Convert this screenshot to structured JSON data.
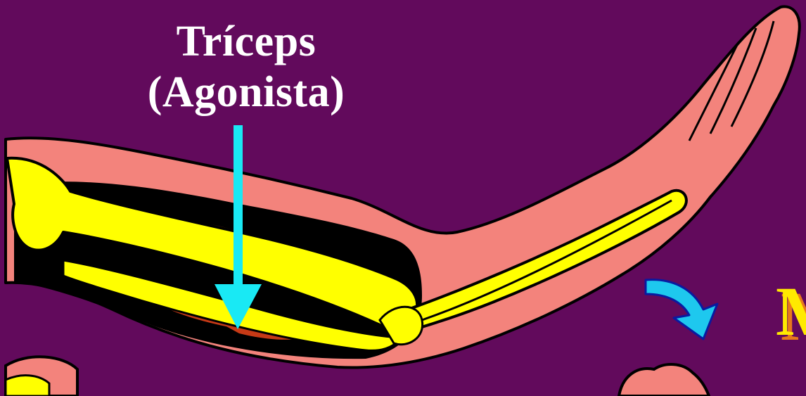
{
  "label": {
    "line1": "Tríceps",
    "line2": "(Agonista)"
  },
  "cut_text": "M",
  "colors": {
    "background": "#620a5c",
    "skin": "#f3837c",
    "bone": "#ffff00",
    "muscle": "#c63a16",
    "outline": "#000000",
    "pointer_arrow": "#19e9f4",
    "curved_arrow": "#1ec8ee",
    "cut_text": "#ffea00",
    "cut_text_shadow": "#e8781c"
  }
}
